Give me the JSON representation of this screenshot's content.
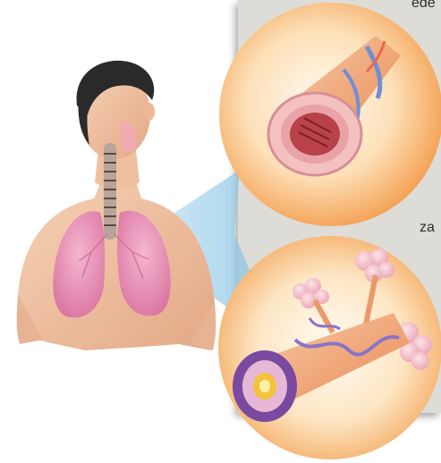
{
  "text_fragments": {
    "top": "ede",
    "middle": "za"
  },
  "colors": {
    "panel": "#dedcd6",
    "lung_pink": "#e58fb5",
    "skin": "#f2c4a5",
    "hair": "#2a2a2a",
    "magnifier_glow": "#f5a55a",
    "beam_blue": "#a9d4ec"
  },
  "illustration": {
    "subject": "human-torso-with-lungs",
    "top_inset": "bronchus-cross-section",
    "bottom_inset": "inflamed-bronchiole-with-alveoli"
  }
}
